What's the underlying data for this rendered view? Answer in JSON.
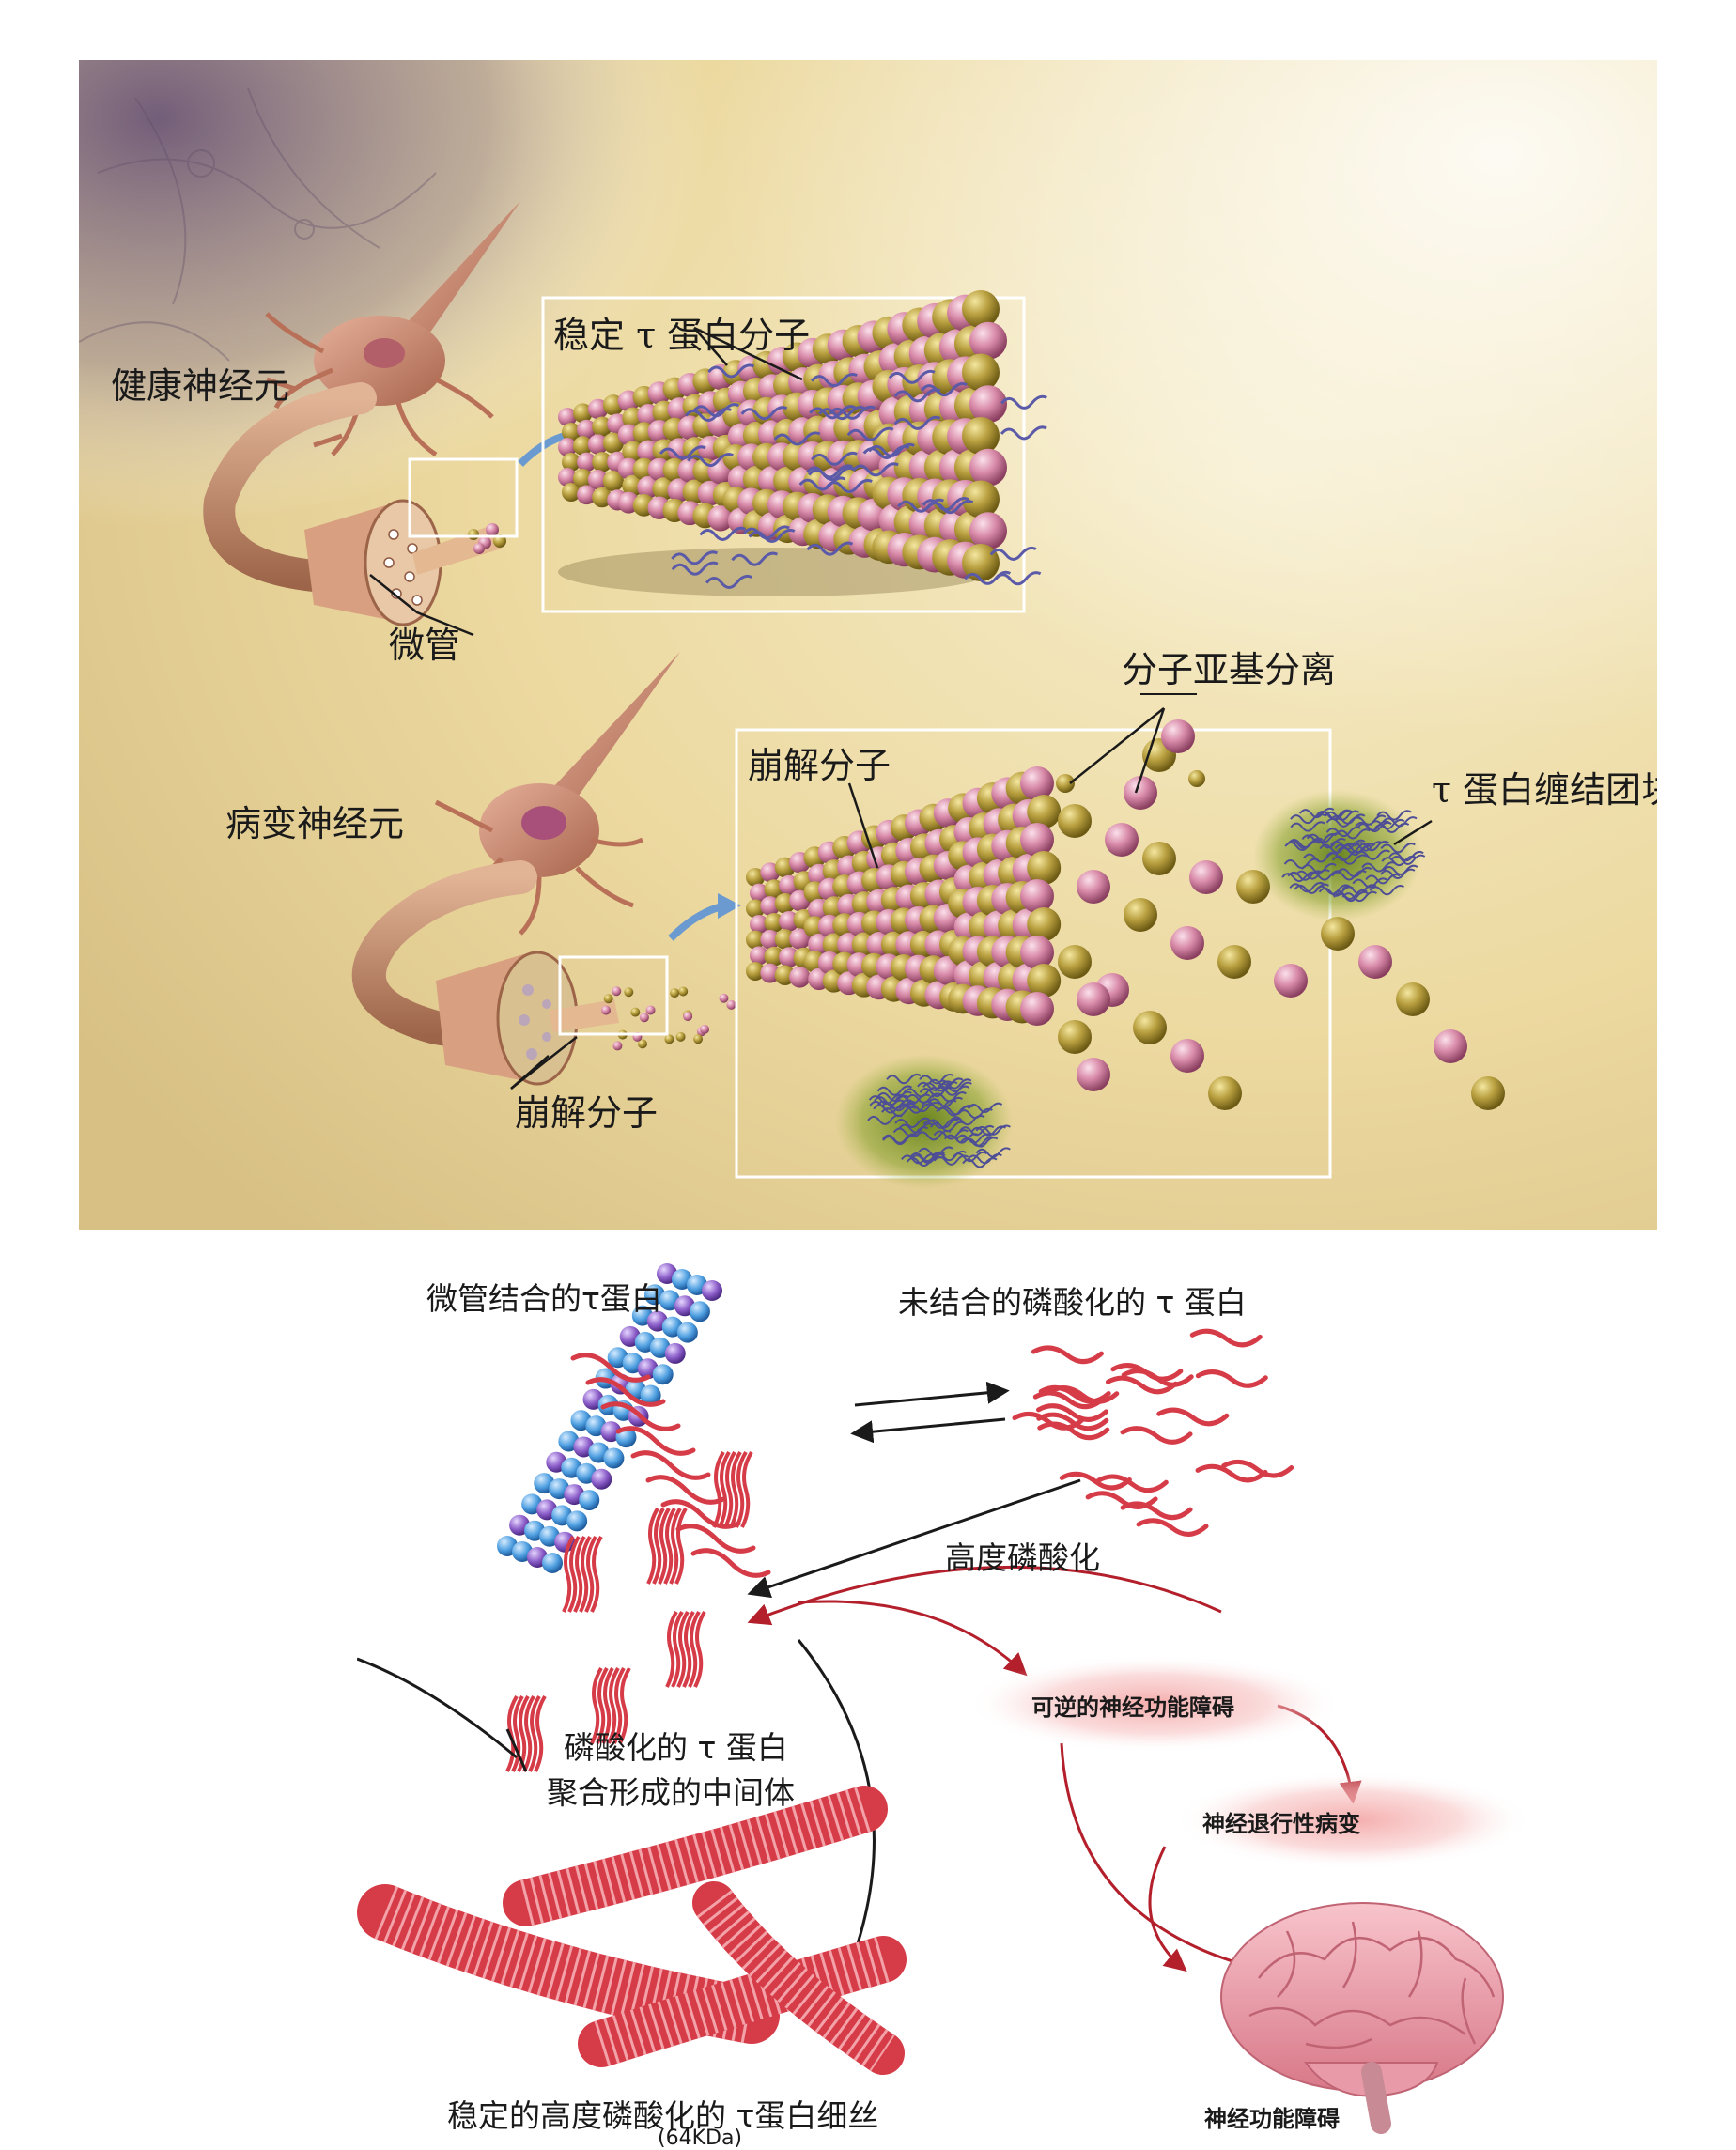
{
  "top_panel": {
    "labels": {
      "healthy_neuron": "健康神经元",
      "stable_tau": "稳定 τ 蛋白分子",
      "microtubule": "微管",
      "subunit_separation": "分子亚基分离",
      "disintegrating_molecule_box": "崩解分子",
      "tau_tangle": "τ 蛋白缠结团块",
      "diseased_neuron": "病变神经元",
      "disintegrating_molecule": "崩解分子"
    },
    "colors": {
      "background": "#efe0b2",
      "pink_bead": "#d88aa8",
      "gold_bead": "#b9a040",
      "tau_strand": "#5a5aa8",
      "tangle_glow": "#6f8a1a",
      "neuron": "#c98a70"
    }
  },
  "bottom_panel": {
    "labels": {
      "mt_bound_tau": "微管结合的τ蛋白",
      "unbound_p_tau": "未结合的磷酸化的 τ 蛋白",
      "hyperphosphorylation": "高度磷酸化",
      "intermediate_line1": "磷酸化的 τ 蛋白",
      "intermediate_line2": "聚合形成的中间体",
      "reversible_dysfunction": "可逆的神经功能障碍",
      "neurodegeneration": "神经退行性病变",
      "stable_filament": "稳定的高度磷酸化的 τ蛋白细丝",
      "kda": "(64KDa)",
      "neural_dysfunction": "神经功能障碍"
    },
    "colors": {
      "filament_red": "#d63c48",
      "arrow_red": "#b3202c",
      "arrow_black": "#1a1a1a",
      "glow_pink": "#f4a8a8",
      "brain_pink": "#f0a8b4",
      "mt_blue": "#4d9ee0",
      "mt_purple": "#8a5cc8"
    }
  }
}
